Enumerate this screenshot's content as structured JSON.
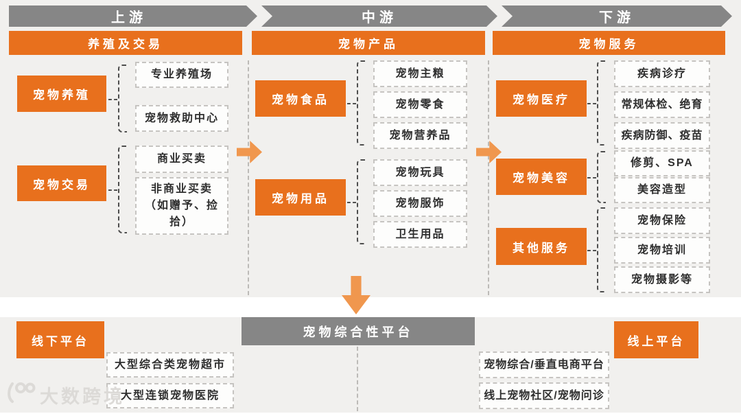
{
  "header": {
    "segments": [
      {
        "label": "上游"
      },
      {
        "label": "中游"
      },
      {
        "label": "下游"
      }
    ]
  },
  "columns": [
    {
      "banner": "养殖及交易",
      "groups": [
        {
          "label": "宠物养殖",
          "items": [
            "专业养殖场",
            "宠物救助中心"
          ]
        },
        {
          "label": "宠物交易",
          "items": [
            "商业买卖",
            "非商业买卖\n（如赠予、捡拾）"
          ]
        }
      ]
    },
    {
      "banner": "宠物产品",
      "groups": [
        {
          "label": "宠物食品",
          "items": [
            "宠物主粮",
            "宠物零食",
            "宠物营养品"
          ]
        },
        {
          "label": "宠物用品",
          "items": [
            "宠物玩具",
            "宠物服饰",
            "卫生用品"
          ]
        }
      ]
    },
    {
      "banner": "宠物服务",
      "groups": [
        {
          "label": "宠物医疗",
          "items": [
            "疾病诊疗",
            "常规体检、绝育",
            "疾病防御、疫苗"
          ]
        },
        {
          "label": "宠物美容",
          "items": [
            "修剪、SPA",
            "美容造型"
          ]
        },
        {
          "label": "其他服务",
          "items": [
            "宠物保险",
            "宠物培训",
            "宠物摄影等"
          ]
        }
      ]
    }
  ],
  "bottom": {
    "offline_label": "线下平台",
    "center_header": "宠物综合性平台",
    "online_label": "线上平台",
    "offline_items": [
      "大型综合类宠物超市",
      "大型连锁宠物医院"
    ],
    "online_items": [
      "宠物综合/垂直电商平台",
      "线上宠物社区/宠物问诊"
    ]
  },
  "watermark": {
    "brand": "大数跨境"
  },
  "colors": {
    "orange": "#e8701d",
    "light_orange": "#f0974e",
    "gray": "#868686",
    "background": "#f1f0ee"
  }
}
